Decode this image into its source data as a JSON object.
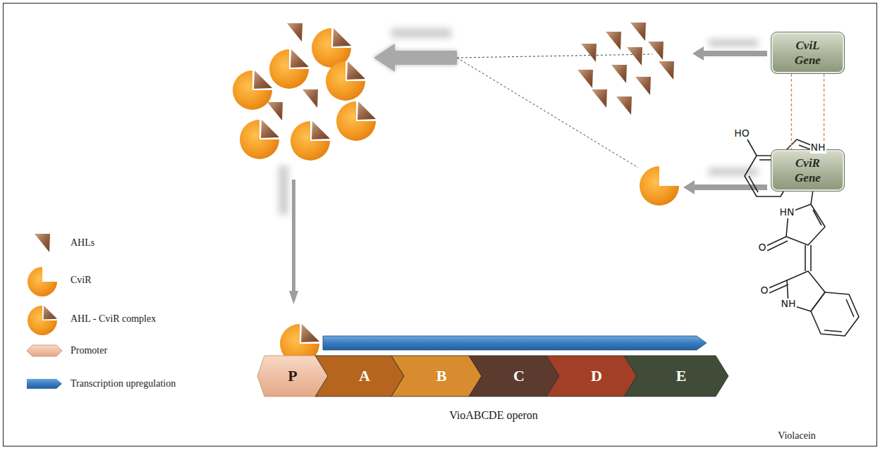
{
  "diagram": {
    "nodes": [
      {
        "text": [
          "CviL Gene"
        ]
      },
      {
        "text": [
          "CviR Gene"
        ]
      },
      {
        "text": [
          "P"
        ]
      },
      {
        "text": [
          "A"
        ]
      },
      {
        "text": [
          "B"
        ]
      },
      {
        "text": [
          "C"
        ]
      },
      {
        "text": [
          "D"
        ]
      },
      {
        "text": [
          "E"
        ]
      }
    ],
    "edges": [
      {
        "from": 0,
        "to": 1,
        "arrow": "none"
      }
    ],
    "labels": [
      "VioABCDE operon",
      "Violacein",
      "HO",
      "NH",
      "HN",
      "O",
      "O",
      "NH"
    ],
    "legend": [
      {
        "text": "AHLs"
      },
      {
        "text": "CviR"
      },
      {
        "text": "AHL - CviR complex"
      },
      {
        "text": "Promoter"
      },
      {
        "text": "Transcription upregulation"
      }
    ]
  }
}
